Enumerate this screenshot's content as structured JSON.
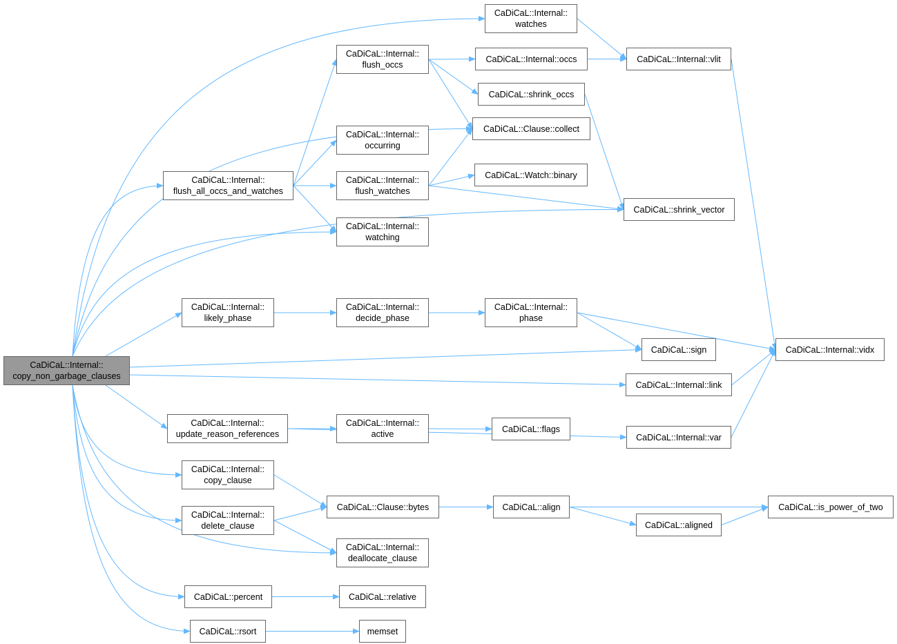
{
  "colors": {
    "edge": "#63b8ff",
    "node_border": "#666666",
    "root_fill": "#999999",
    "node_fill": "#ffffff"
  },
  "nodes": [
    {
      "id": "root",
      "lines": [
        "CaDiCaL::Internal::",
        "copy_non_garbage_clauses"
      ],
      "root": true
    },
    {
      "id": "watches",
      "lines": [
        "CaDiCaL::Internal::",
        "watches"
      ]
    },
    {
      "id": "vlit",
      "lines": [
        "CaDiCaL::Internal::vlit"
      ]
    },
    {
      "id": "flush_occs",
      "lines": [
        "CaDiCaL::Internal::",
        "flush_occs"
      ]
    },
    {
      "id": "occs",
      "lines": [
        "CaDiCaL::Internal::occs"
      ]
    },
    {
      "id": "shrink_occs",
      "lines": [
        "CaDiCaL::shrink_occs"
      ]
    },
    {
      "id": "collect",
      "lines": [
        "CaDiCaL::Clause::collect"
      ]
    },
    {
      "id": "occurring",
      "lines": [
        "CaDiCaL::Internal::",
        "occurring"
      ]
    },
    {
      "id": "flush_all",
      "lines": [
        "CaDiCaL::Internal::",
        "flush_all_occs_and_watches"
      ]
    },
    {
      "id": "flush_watches",
      "lines": [
        "CaDiCaL::Internal::",
        "flush_watches"
      ]
    },
    {
      "id": "binary",
      "lines": [
        "CaDiCaL::Watch::binary"
      ]
    },
    {
      "id": "shrink_vector",
      "lines": [
        "CaDiCaL::shrink_vector"
      ]
    },
    {
      "id": "watching",
      "lines": [
        "CaDiCaL::Internal::",
        "watching"
      ]
    },
    {
      "id": "likely_phase",
      "lines": [
        "CaDiCaL::Internal::",
        "likely_phase"
      ]
    },
    {
      "id": "decide_phase",
      "lines": [
        "CaDiCaL::Internal::",
        "decide_phase"
      ]
    },
    {
      "id": "phase",
      "lines": [
        "CaDiCaL::Internal::",
        "phase"
      ]
    },
    {
      "id": "sign",
      "lines": [
        "CaDiCaL::sign"
      ]
    },
    {
      "id": "vidx",
      "lines": [
        "CaDiCaL::Internal::vidx"
      ]
    },
    {
      "id": "link",
      "lines": [
        "CaDiCaL::Internal::link"
      ]
    },
    {
      "id": "update_reason",
      "lines": [
        "CaDiCaL::Internal::",
        "update_reason_references"
      ]
    },
    {
      "id": "active",
      "lines": [
        "CaDiCaL::Internal::",
        "active"
      ]
    },
    {
      "id": "flags",
      "lines": [
        "CaDiCaL::flags"
      ]
    },
    {
      "id": "var",
      "lines": [
        "CaDiCaL::Internal::var"
      ]
    },
    {
      "id": "copy_clause",
      "lines": [
        "CaDiCaL::Internal::",
        "copy_clause"
      ]
    },
    {
      "id": "bytes",
      "lines": [
        "CaDiCaL::Clause::bytes"
      ]
    },
    {
      "id": "align",
      "lines": [
        "CaDiCaL::align"
      ]
    },
    {
      "id": "is_power_of_two",
      "lines": [
        "CaDiCaL::is_power_of_two"
      ]
    },
    {
      "id": "aligned",
      "lines": [
        "CaDiCaL::aligned"
      ]
    },
    {
      "id": "delete_clause",
      "lines": [
        "CaDiCaL::Internal::",
        "delete_clause"
      ]
    },
    {
      "id": "deallocate_clause",
      "lines": [
        "CaDiCaL::Internal::",
        "deallocate_clause"
      ]
    },
    {
      "id": "percent",
      "lines": [
        "CaDiCaL::percent"
      ]
    },
    {
      "id": "relative",
      "lines": [
        "CaDiCaL::relative"
      ]
    },
    {
      "id": "rsort",
      "lines": [
        "CaDiCaL::rsort"
      ]
    },
    {
      "id": "memset",
      "lines": [
        "memset"
      ]
    }
  ],
  "edges": [
    [
      "root",
      "watches"
    ],
    [
      "root",
      "flush_all"
    ],
    [
      "root",
      "collect"
    ],
    [
      "root",
      "watching"
    ],
    [
      "root",
      "shrink_vector"
    ],
    [
      "root",
      "likely_phase"
    ],
    [
      "root",
      "sign"
    ],
    [
      "root",
      "link"
    ],
    [
      "root",
      "update_reason"
    ],
    [
      "root",
      "copy_clause"
    ],
    [
      "root",
      "delete_clause"
    ],
    [
      "root",
      "deallocate_clause"
    ],
    [
      "root",
      "percent"
    ],
    [
      "root",
      "rsort"
    ],
    [
      "watches",
      "vlit"
    ],
    [
      "flush_occs",
      "occs"
    ],
    [
      "flush_occs",
      "shrink_occs"
    ],
    [
      "flush_occs",
      "collect"
    ],
    [
      "occs",
      "vlit"
    ],
    [
      "vlit",
      "vidx"
    ],
    [
      "shrink_occs",
      "shrink_vector"
    ],
    [
      "flush_all",
      "flush_occs"
    ],
    [
      "flush_all",
      "occurring"
    ],
    [
      "flush_all",
      "flush_watches"
    ],
    [
      "flush_all",
      "watching"
    ],
    [
      "flush_watches",
      "collect"
    ],
    [
      "flush_watches",
      "binary"
    ],
    [
      "flush_watches",
      "shrink_vector"
    ],
    [
      "likely_phase",
      "decide_phase"
    ],
    [
      "decide_phase",
      "phase"
    ],
    [
      "phase",
      "vidx"
    ],
    [
      "phase",
      "sign"
    ],
    [
      "link",
      "vidx"
    ],
    [
      "update_reason",
      "active"
    ],
    [
      "update_reason",
      "var"
    ],
    [
      "active",
      "flags"
    ],
    [
      "var",
      "vidx"
    ],
    [
      "copy_clause",
      "bytes"
    ],
    [
      "delete_clause",
      "bytes"
    ],
    [
      "delete_clause",
      "deallocate_clause"
    ],
    [
      "bytes",
      "align"
    ],
    [
      "align",
      "is_power_of_two"
    ],
    [
      "align",
      "aligned"
    ],
    [
      "aligned",
      "is_power_of_two"
    ],
    [
      "percent",
      "relative"
    ],
    [
      "rsort",
      "memset"
    ]
  ]
}
